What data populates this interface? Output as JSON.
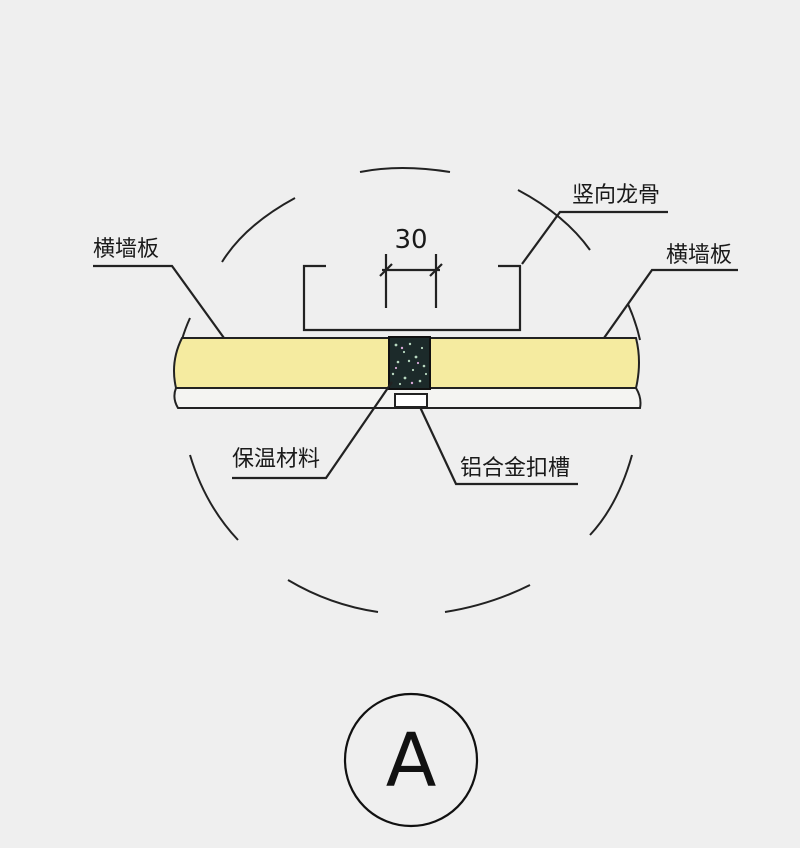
{
  "labels": {
    "left_panel": "横墙板",
    "right_panel": "横墙板",
    "vertical_keel": "竖向龙骨",
    "insulation": "保温材料",
    "aluminum_clip": "铝合金扣槽",
    "dimension": "30"
  },
  "badge": {
    "letter": "A"
  },
  "colors": {
    "panel_fill": "#f5eba0",
    "insulation_fill": "#1c2a2a",
    "line": "#222222",
    "background": "#efefef"
  }
}
